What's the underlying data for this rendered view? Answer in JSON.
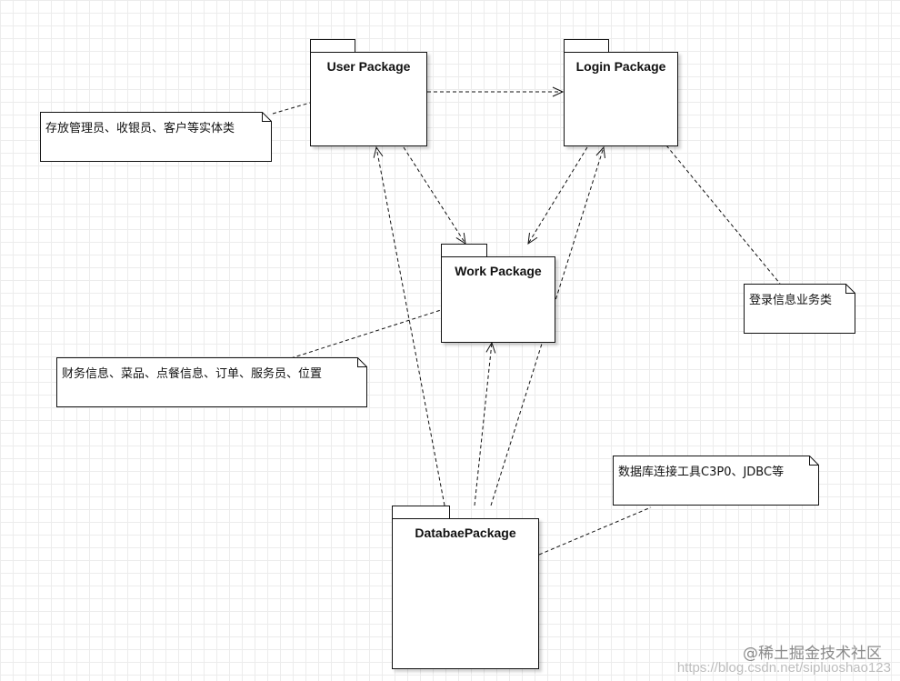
{
  "packages": {
    "user": {
      "name": "User Package"
    },
    "login": {
      "name": "Login Package"
    },
    "work": {
      "name": "Work Package"
    },
    "database": {
      "name": "DatabaePackage"
    }
  },
  "notes": {
    "user_note": "存放管理员、收银员、客户等实体类",
    "login_note": "登录信息业务类",
    "work_note": "财务信息、菜品、点餐信息、订单、服务员、位置",
    "database_note": "数据库连接工具C3P0、JDBC等"
  },
  "watermark": {
    "brand": "@稀土掘金技术社区",
    "url": "https://blog.csdn.net/sipluoshao123"
  }
}
